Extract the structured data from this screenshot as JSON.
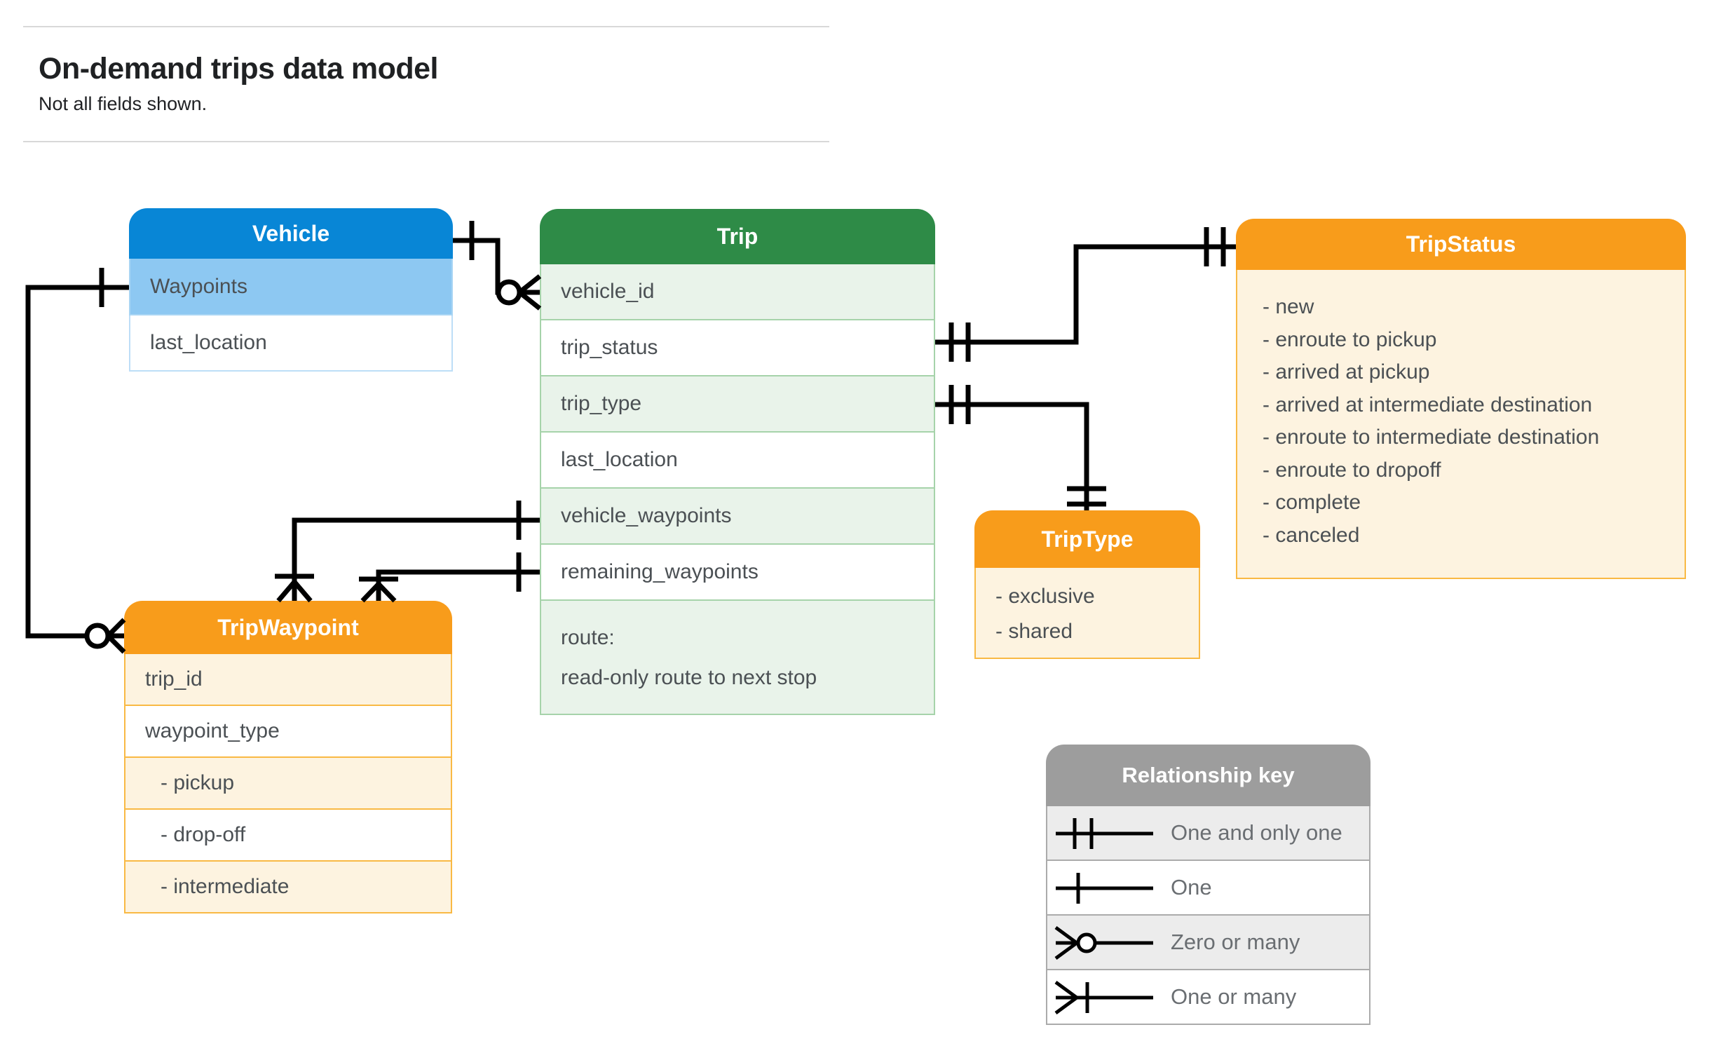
{
  "page": {
    "title": "On-demand trips data model",
    "subtitle": "Not all fields shown."
  },
  "entities": {
    "vehicle": {
      "title": "Vehicle",
      "rows": [
        "Waypoints",
        "last_location"
      ]
    },
    "trip": {
      "title": "Trip",
      "rows": [
        "vehicle_id",
        "trip_status",
        "trip_type",
        "last_location",
        "vehicle_waypoints",
        "remaining_waypoints"
      ],
      "route_row": {
        "line1": "route:",
        "line2": "read-only route to next stop"
      }
    },
    "tripStatus": {
      "title": "TripStatus",
      "items": [
        "- new",
        "- enroute to pickup",
        "- arrived at pickup",
        "- arrived at intermediate destination",
        "- enroute to intermediate destination",
        "- enroute to dropoff",
        "- complete",
        "- canceled"
      ]
    },
    "tripType": {
      "title": "TripType",
      "items": [
        "- exclusive",
        "- shared"
      ]
    },
    "tripWaypoint": {
      "title": "TripWaypoint",
      "rows": [
        "trip_id",
        "waypoint_type"
      ],
      "values": [
        "- pickup",
        "- drop-off",
        "- intermediate"
      ]
    }
  },
  "legend": {
    "title": "Relationship key",
    "items": [
      "One and only one",
      "One",
      "Zero or many",
      "One or many"
    ]
  },
  "colors": {
    "vehicle_header": "#0886d6",
    "vehicle_key_row": "#8dc8f2",
    "trip_header": "#2e8b47",
    "trip_alt_row": "#e9f3ea",
    "enum_header": "#f89c1b",
    "enum_row": "#fdf3e0",
    "legend_header": "#9d9d9d",
    "legend_alt_row": "#ececec",
    "connector": "#000000"
  }
}
